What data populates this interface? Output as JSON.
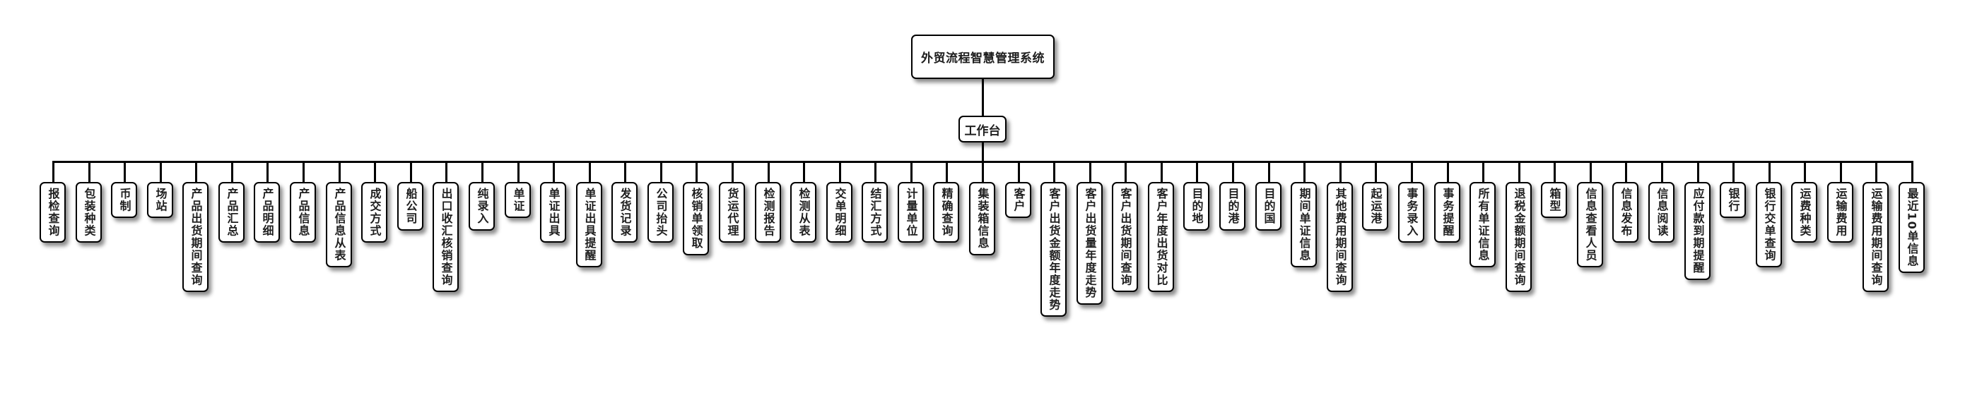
{
  "diagram": {
    "root": {
      "label": "外贸流程智慧管理系统"
    },
    "hub": {
      "label": "工作台"
    },
    "modules": [
      "报检查询",
      "包装种类",
      "币制",
      "场站",
      "产品出货期间查询",
      "产品汇总",
      "产品明细",
      "产品信息",
      "产品信息从表",
      "成交方式",
      "船公司",
      "出口收汇核销查询",
      "纯录入",
      "单证",
      "单证出具",
      "单证出具提醒",
      "发货记录",
      "公司抬头",
      "核销单领取",
      "货运代理",
      "检测报告",
      "检测从表",
      "交单明细",
      "结汇方式",
      "计量单位",
      "精确查询",
      "集装箱信息",
      "客户",
      "客户出货金额年度走势",
      "客户出货量年度走势",
      "客户出货期间查询",
      "客户年度出货对比",
      "目的地",
      "目的港",
      "目的国",
      "期间单证信息",
      "其他费用期间查询",
      "起运港",
      "事务录入",
      "事务提醒",
      "所有单证信息",
      "退税金额期间查询",
      "箱型",
      "信息查看人员",
      "信息发布",
      "信息阅读",
      "应付款到期提醒",
      "银行",
      "银行交单查询",
      "运费种类",
      "运输费用",
      "运输费用期间查询",
      "最近10单信息"
    ]
  }
}
